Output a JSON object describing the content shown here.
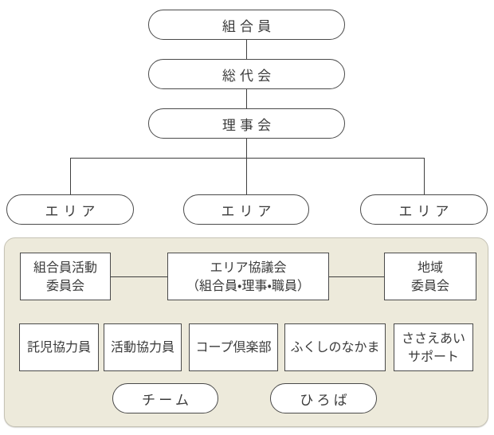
{
  "colors": {
    "page_background": "#ffffff",
    "panel_background": "#edeadb",
    "panel_border": "#c6c3b5",
    "node_background": "#ffffff",
    "node_border": "#4a4a4a",
    "connector_line": "#3f3f3f",
    "text": "#3a3a3a"
  },
  "org_chart": {
    "hierarchy": [
      {
        "label": "組合員"
      },
      {
        "label": "総代会"
      },
      {
        "label": "理事会"
      }
    ],
    "areas": [
      {
        "label": "エリア"
      },
      {
        "label": "エリア"
      },
      {
        "label": "エリア"
      }
    ],
    "panel": {
      "committees": [
        {
          "lines": [
            "組合員活動",
            "委員会"
          ]
        },
        {
          "lines": [
            "エリア協議会",
            "（組合員・理事・職員）"
          ]
        },
        {
          "lines": [
            "地域",
            "委員会"
          ]
        }
      ],
      "groups": [
        {
          "lines": [
            "託児協力員"
          ]
        },
        {
          "lines": [
            "活動協力員"
          ]
        },
        {
          "lines": [
            "コープ倶楽部"
          ]
        },
        {
          "lines": [
            "ふくしのなかま"
          ]
        },
        {
          "lines": [
            "ささえあい",
            "サポート"
          ]
        }
      ],
      "pills": [
        {
          "label": "チーム"
        },
        {
          "label": "ひろば"
        }
      ]
    }
  }
}
